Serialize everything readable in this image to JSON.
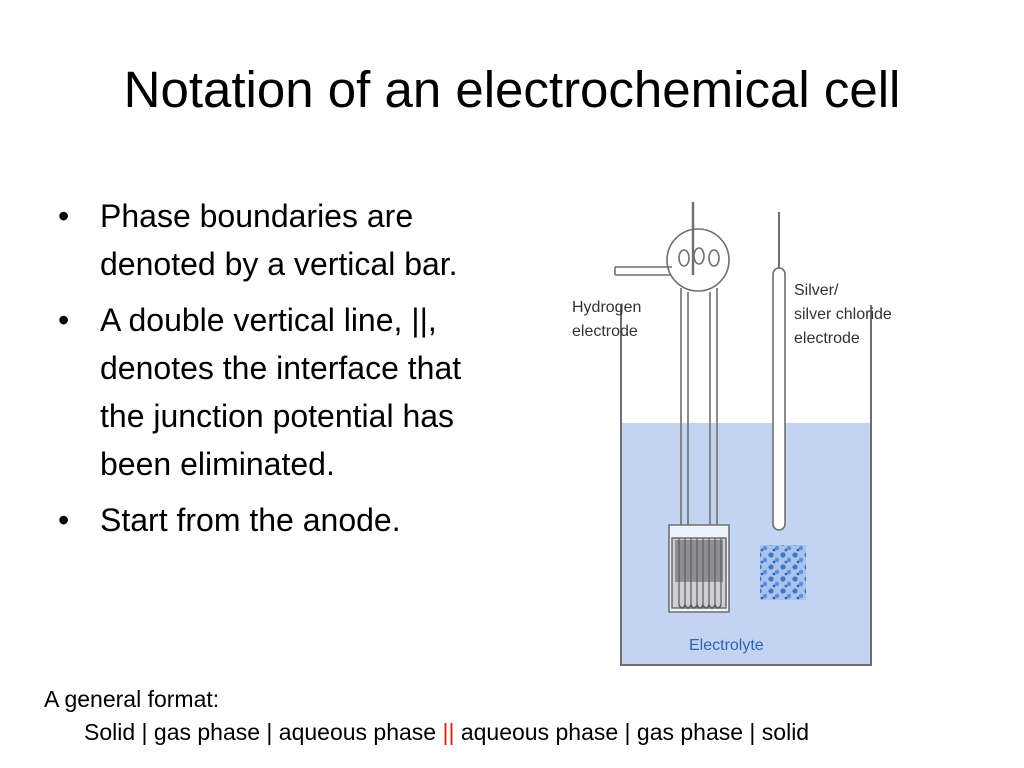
{
  "slide": {
    "title": "Notation of an electrochemical cell",
    "bullets": [
      {
        "marker": "•",
        "text": "Phase boundaries are denoted by a vertical bar."
      },
      {
        "marker": "•",
        "text": "A double vertical line, ||, denotes the interface that the junction potential has been eliminated."
      },
      {
        "marker": "•",
        "text": "Start from the anode."
      }
    ]
  },
  "diagram": {
    "hydrogen_label_line1": "Hydrogen",
    "hydrogen_label_line2": "electrode",
    "silver_label_line1": "Silver/",
    "silver_label_line2": "silver chloride",
    "silver_label_line3": "electrode",
    "electrolyte_label": "Electrolyte",
    "colors": {
      "electrolyte": "#c3d3f2",
      "glass": "#7a7a7a",
      "label": "#2d64b8",
      "agcl": "#3d78c8"
    }
  },
  "format": {
    "heading": "A general format:",
    "part_left": "Solid | gas phase | aqueous phase ",
    "separator": "||",
    "part_right": " aqueous phase | gas phase | solid",
    "separator_color": "#e0201c"
  }
}
